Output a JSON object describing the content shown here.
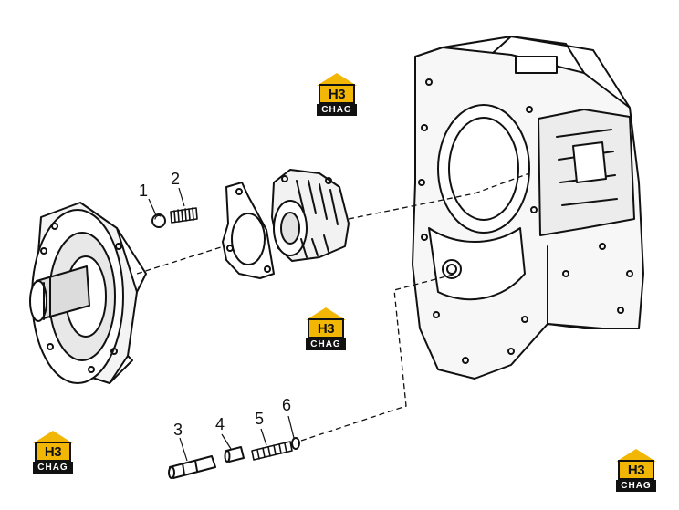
{
  "labels": {
    "p1": "1",
    "p2": "2",
    "p3": "3",
    "p4": "4",
    "p5": "5",
    "p6": "6"
  },
  "logo": {
    "mark": "H3",
    "plate": "CHAG"
  },
  "colors": {
    "ink": "#111111",
    "logo_yellow": "#f2b705",
    "background": "#ffffff"
  }
}
